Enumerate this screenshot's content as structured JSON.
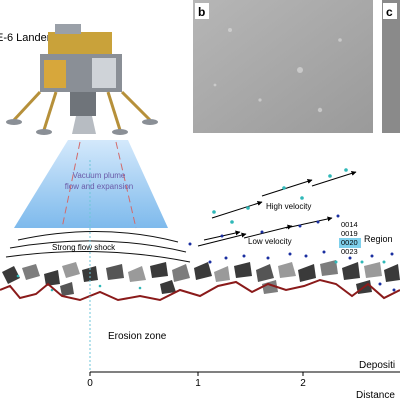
{
  "title": "E-6 Lander",
  "panel_labels": {
    "b": "b",
    "c": "c"
  },
  "plume_label": {
    "line1": "Vacuum plume",
    "line2": "flow and expansion"
  },
  "shock_label": "Strong flow shock",
  "velocity_labels": {
    "high": "High velocity",
    "low": "Low velocity"
  },
  "particle_ids": [
    "0014",
    "0019",
    "0020",
    "0023"
  ],
  "region_label": "Region",
  "erosion_label": "Erosion zone",
  "deposition_label": "Depositi",
  "distance_label": "Distance",
  "axis_ticks": [
    "0",
    "1",
    "2"
  ],
  "colors": {
    "plume": "#8fc4ee",
    "surface_line": "#8a1a1a",
    "zero_dashed": "#6ec6d8",
    "particle_blue": "#1a2fa0",
    "particle_cyan": "#2fb8b8",
    "id_highlight": "#7fd0ec",
    "rock_dark": "#3a3a3a",
    "rock_light": "#9a9a9a"
  },
  "icons": [
    "lander-icon",
    "velocity-arrow-icon",
    "rock-icon"
  ]
}
